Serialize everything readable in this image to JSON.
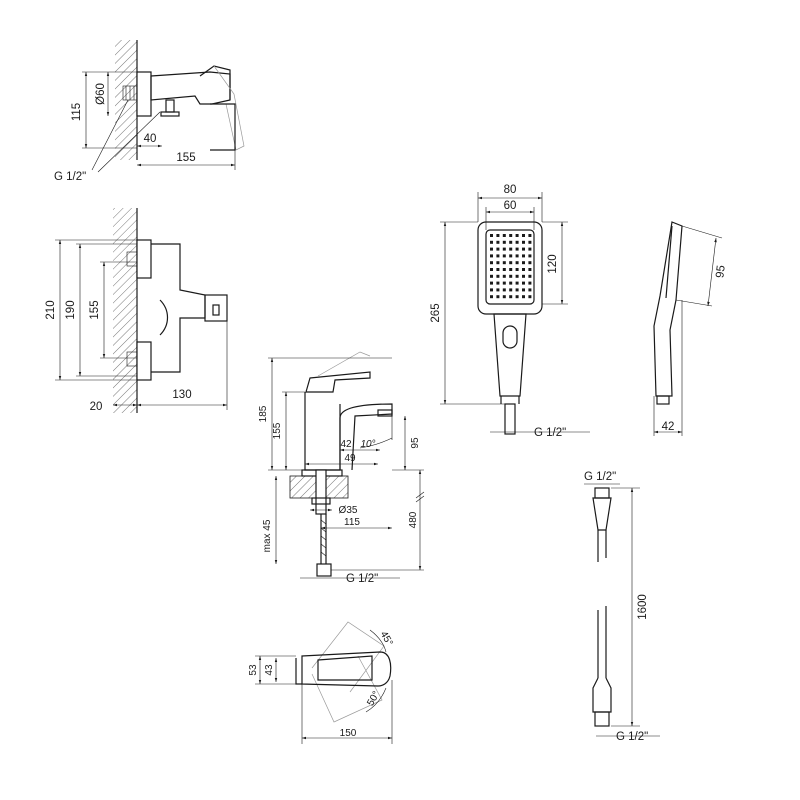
{
  "wall_mixer_side": {
    "dim_height": "115",
    "dim_diameter": "Ø60",
    "dim_depth": "40",
    "dim_length": "155",
    "thread_label": "G 1/2\""
  },
  "wall_mixer_front": {
    "dim_total": "210",
    "dim_outer": "190",
    "dim_inner": "155",
    "dim_wall": "20",
    "dim_length": "130"
  },
  "basin_faucet_side": {
    "dim_height": "185",
    "dim_body": "155",
    "dim_spout_reach": "42",
    "dim_angle": "10°",
    "dim_spout_height": "95",
    "dim_base": "49",
    "dim_hole": "Ø35",
    "dim_reach": "115",
    "dim_max": "max 45",
    "dim_hose": "480",
    "thread_label": "G 1/2\""
  },
  "basin_faucet_top": {
    "dim_left": "53",
    "dim_mid": "43",
    "dim_angle_up": "45°",
    "dim_angle_down": "50°",
    "dim_length": "150"
  },
  "hand_shower_front": {
    "dim_head_width": "80",
    "dim_face_width": "60",
    "dim_face_height": "120",
    "dim_total": "265",
    "thread_label": "G 1/2\""
  },
  "hand_shower_side": {
    "dim_head": "95",
    "dim_depth": "42"
  },
  "shower_hose": {
    "thread_top": "G 1/2\"",
    "dim_length": "1600",
    "thread_bottom": "G 1/2\""
  }
}
